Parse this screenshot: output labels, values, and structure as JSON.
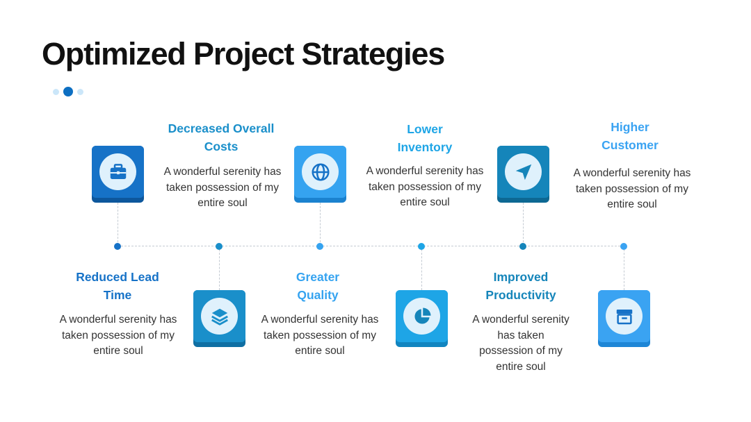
{
  "page": {
    "title": "Optimized Project Strategies"
  },
  "colors": {
    "title": "#111111",
    "dot_light": "#cbe6f9",
    "dot_dark": "#0d6fc2",
    "icon_circle": "#dff1fc"
  },
  "steps": [
    {
      "label_lines": [
        "Reduced Lead",
        "Time"
      ],
      "description": "A wonderful serenity has taken possession of my entire soul",
      "icon": "briefcase-icon",
      "tile_color": "#1672c7",
      "tile_shadow": "#0d579c",
      "label_color": "#1672c7"
    },
    {
      "label_lines": [
        "Decreased Overall",
        "Costs"
      ],
      "description": "A wonderful serenity has taken possession of my entire soul",
      "icon": "layers-icon",
      "tile_color": "#1a8fca",
      "tile_shadow": "#0f6fa3",
      "label_color": "#1a8fca"
    },
    {
      "label_lines": [
        "Greater",
        "Quality"
      ],
      "description": "A wonderful serenity has taken possession of my entire soul",
      "icon": "globe-icon",
      "tile_color": "#35a3f0",
      "tile_shadow": "#1b82cf",
      "label_color": "#35a3f0"
    },
    {
      "label_lines": [
        "Lower",
        "Inventory"
      ],
      "description": "A wonderful serenity has taken possession of my entire soul",
      "icon": "pie-chart-icon",
      "tile_color": "#1ea5e6",
      "tile_shadow": "#1185c0",
      "label_color": "#1ea5e6"
    },
    {
      "label_lines": [
        "Improved",
        "Productivity"
      ],
      "description": "A wonderful serenity has taken possession of my entire soul",
      "description_lines": [
        "A wonderful serenity",
        "has taken",
        "possession of my",
        "entire soul"
      ],
      "icon": "send-icon",
      "tile_color": "#1585ba",
      "tile_shadow": "#0d6893",
      "label_color": "#1585ba"
    },
    {
      "label_lines": [
        "Higher",
        "Customer"
      ],
      "description": "A wonderful serenity has taken possession of my entire soul",
      "icon": "archive-icon",
      "tile_color": "#3aa3f2",
      "tile_shadow": "#1e86d6",
      "label_color": "#3aa3f2"
    }
  ]
}
